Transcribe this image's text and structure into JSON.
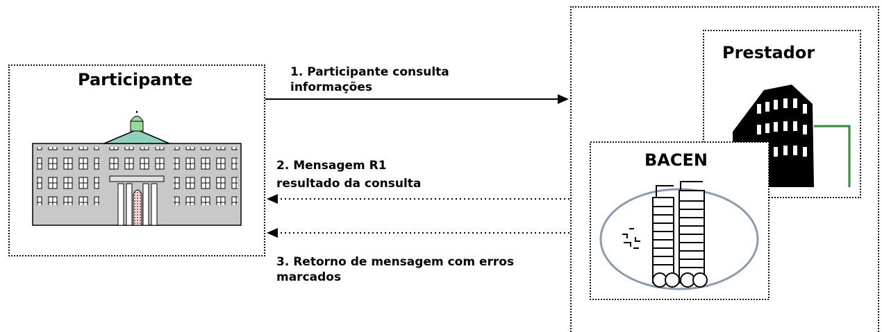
{
  "participant": {
    "title": "Participante",
    "icon": "government-building-icon"
  },
  "provider_group": {
    "provider": {
      "title": "Prestador",
      "icon": "bank-building-icon"
    },
    "bacen": {
      "title": "BACEN",
      "icon": "bacen-tower-icon"
    }
  },
  "flows": [
    {
      "line1": "1. Participante  consulta",
      "line2": "informações",
      "direction": "participant-to-provider",
      "style": "solid"
    },
    {
      "line1": "2. Mensagem R1",
      "line2": "resultado da consulta",
      "direction": "provider-to-participant",
      "style": "dotted"
    },
    {
      "line1": "3. Retorno de mensagem com erros",
      "line2": "marcados",
      "direction": "provider-to-participant",
      "style": "dotted"
    }
  ],
  "colors": {
    "border": "#111111",
    "building_fill": "#c8c8c8",
    "green_accent": "#2e8b3a",
    "ellipse_stroke": "#8a9ab0",
    "door": "#a03030"
  }
}
